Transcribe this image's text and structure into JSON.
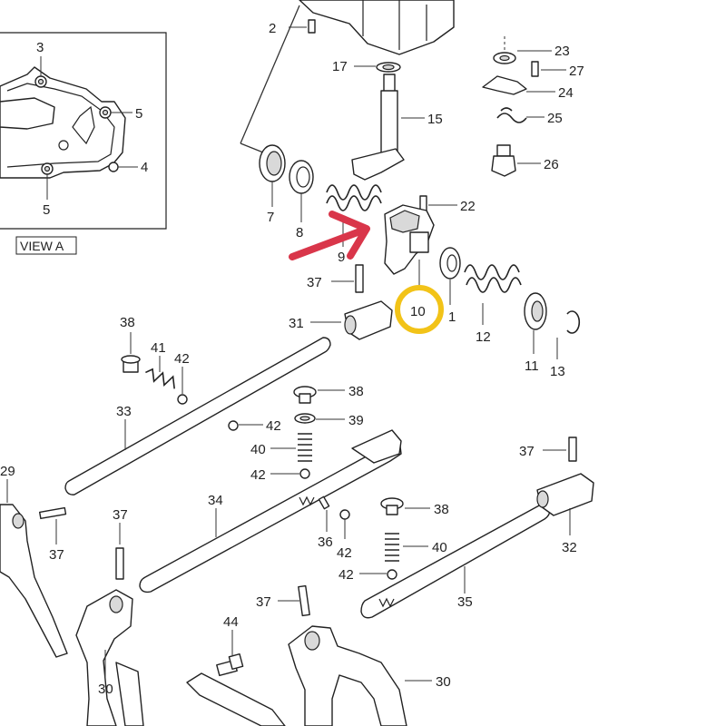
{
  "diagram": {
    "view_label": "VIEW A",
    "view_a_callouts": [
      "3",
      "5",
      "4",
      "5"
    ],
    "callouts": {
      "c1": "1",
      "c2": "2",
      "c7": "7",
      "c8": "8",
      "c9": "9",
      "c10": "10",
      "c11": "11",
      "c12": "12",
      "c13": "13",
      "c15": "15",
      "c17": "17",
      "c22": "22",
      "c23": "23",
      "c24": "24",
      "c25": "25",
      "c26": "26",
      "c27": "27",
      "c29": "29",
      "c30a": "30",
      "c30b": "30",
      "c31": "31",
      "c32": "32",
      "c33": "33",
      "c34": "34",
      "c35": "35",
      "c36": "36",
      "c37a": "37",
      "c37b": "37",
      "c37c": "37",
      "c37d": "37",
      "c37e": "37",
      "c38a": "38",
      "c38b": "38",
      "c38c": "38",
      "c39": "39",
      "c40a": "40",
      "c40b": "40",
      "c41": "41",
      "c42a": "42",
      "c42b": "42",
      "c42c": "42",
      "c42d": "42",
      "c42e": "42",
      "c44": "44"
    }
  },
  "annotations": {
    "arrow_color": "#d9364a",
    "highlight_color": "#f2c318",
    "highlighted_part": "10"
  }
}
